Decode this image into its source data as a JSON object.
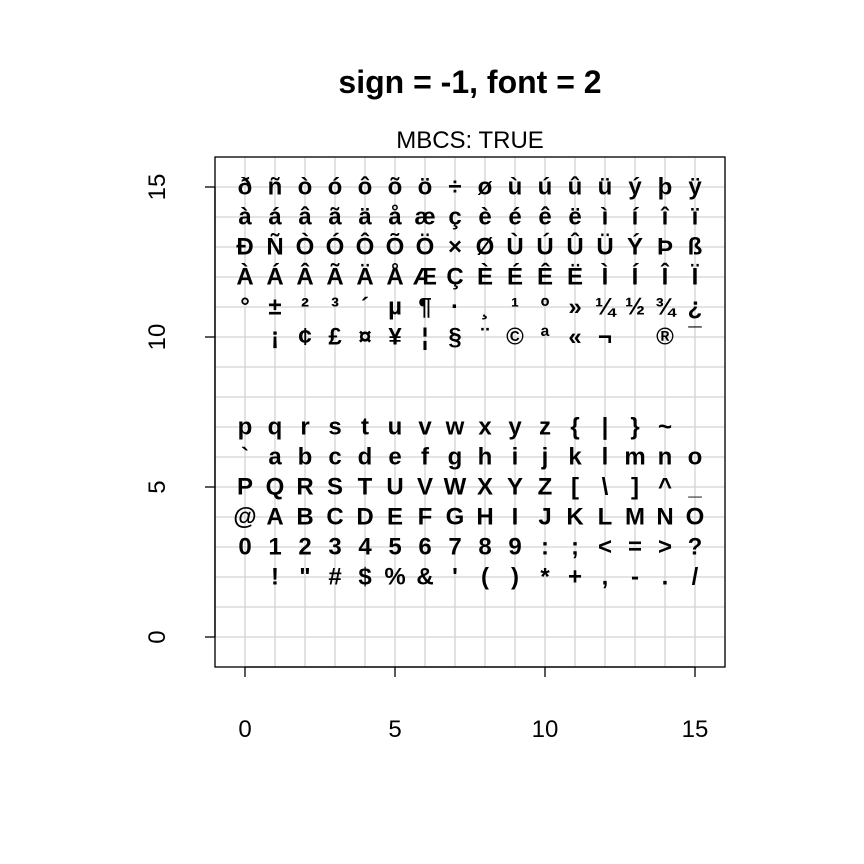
{
  "chart_data": {
    "type": "scatter",
    "title": "sign = -1, font = 2",
    "subtitle": "MBCS: TRUE",
    "xlabel": "",
    "ylabel": "",
    "xlim": [
      -1,
      16
    ],
    "ylim": [
      -1,
      16
    ],
    "grid": true,
    "x_ticks": [
      0,
      5,
      10,
      15
    ],
    "y_ticks": [
      0,
      5,
      10,
      15
    ],
    "glyph_rows": [
      {
        "y": 2,
        "chars": " !\"#$%&'()*+,-./"
      },
      {
        "y": 3,
        "chars": "0123456789:;<=>?"
      },
      {
        "y": 4,
        "chars": "@ABCDEFGHIJKLMNO"
      },
      {
        "y": 5,
        "chars": "PQRSTUVWXYZ[\\]^_"
      },
      {
        "y": 6,
        "chars": "`abcdefghijklmno"
      },
      {
        "y": 7,
        "chars": "pqrstuvwxyz{|}~"
      },
      {
        "y": 10,
        "chars": " ¡¢£¤¥¦§¨©ª«¬ ®¯"
      },
      {
        "y": 11,
        "chars": "°±²³´µ¶·¸¹º»¼½¾¿"
      },
      {
        "y": 12,
        "chars": "ÀÁÂÃÄÅÆÇÈÉÊËÌÍÎÏ"
      },
      {
        "y": 13,
        "chars": "ÐÑÒÓÔÕÖ×ØÙÚÛÜÝÞß"
      },
      {
        "y": 14,
        "chars": "àáâãäåæçèéêëìíîï"
      },
      {
        "y": 15,
        "chars": "ðñòóôõö÷øùúûüýþÿ"
      }
    ]
  }
}
